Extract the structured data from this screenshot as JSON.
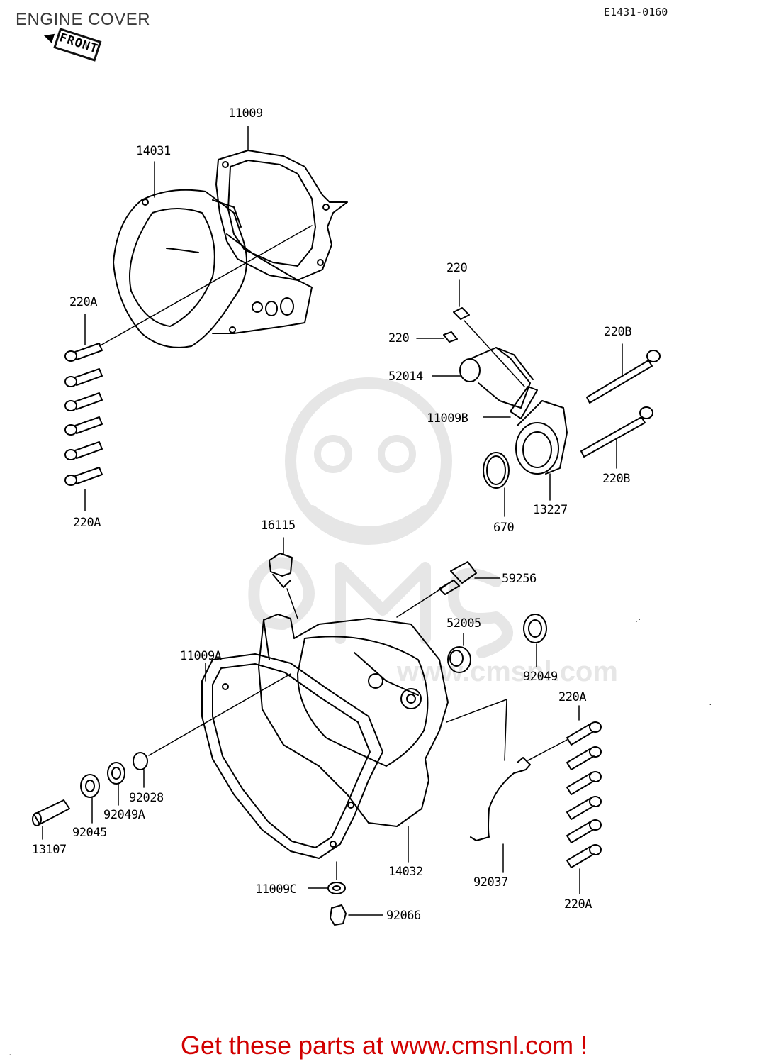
{
  "header": {
    "title": "ENGINE COVER",
    "diagram_code": "E1431-0160"
  },
  "orientation": {
    "front_label": "FRONT"
  },
  "watermark": "CMS",
  "parts": {
    "p11009": "11009",
    "p14031": "14031",
    "p220_top": "220",
    "p220_mid": "220",
    "p220A_ul": "220A",
    "p220A_ll": "220A",
    "p220B_u": "220B",
    "p220B_l": "220B",
    "p52014": "52014",
    "p11009B": "11009B",
    "p13227": "13227",
    "p670": "670",
    "p16115": "16115",
    "p59256": "59256",
    "p52005": "52005",
    "p92049": "92049",
    "p11009A": "11009A",
    "p220A_ur": "220A",
    "p220A_lr": "220A",
    "p92028": "92028",
    "p92049A": "92049A",
    "p92045": "92045",
    "p13107": "13107",
    "p14032": "14032",
    "p92037": "92037",
    "p11009C": "11009C",
    "p92066": "92066"
  },
  "footer": {
    "cta": "Get these parts at www.cmsnl.com !"
  }
}
